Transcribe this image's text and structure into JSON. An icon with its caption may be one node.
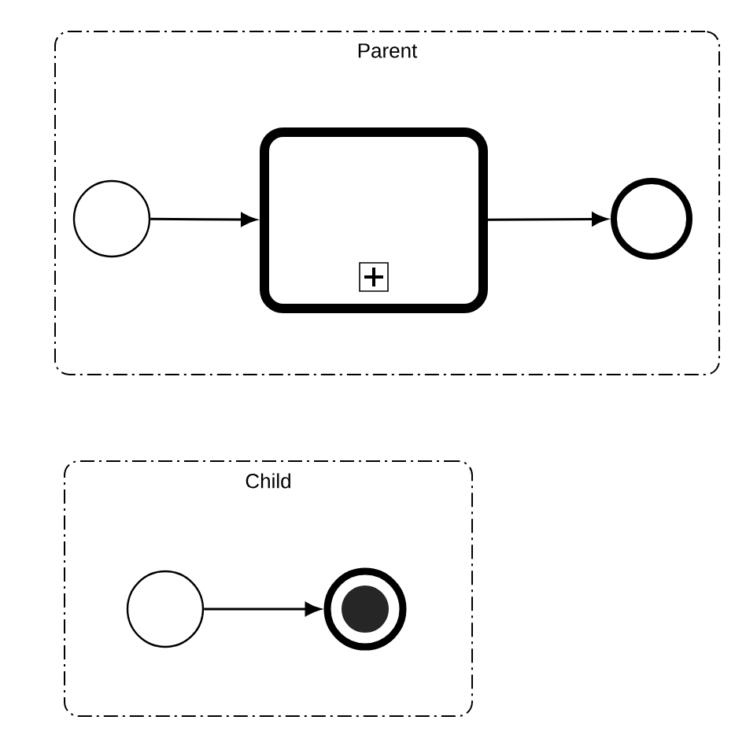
{
  "diagram": {
    "nodes": [
      {
        "text": [
          "Parent"
        ]
      },
      {
        "text": [],
        "shape": "circle",
        "in": 0
      },
      {
        "text": [],
        "shape": "box",
        "in": 0
      },
      {
        "text": [],
        "shape": "circle",
        "in": 0
      },
      {
        "text": [
          "Child"
        ]
      },
      {
        "text": [],
        "shape": "circle",
        "in": 4
      },
      {
        "text": [],
        "shape": "circle",
        "in": 4
      }
    ],
    "edges": [
      {
        "from": 1,
        "to": 2,
        "arrow": "to"
      },
      {
        "from": 2,
        "to": 3,
        "arrow": "to"
      },
      {
        "from": 5,
        "to": 6,
        "arrow": "to"
      }
    ]
  }
}
